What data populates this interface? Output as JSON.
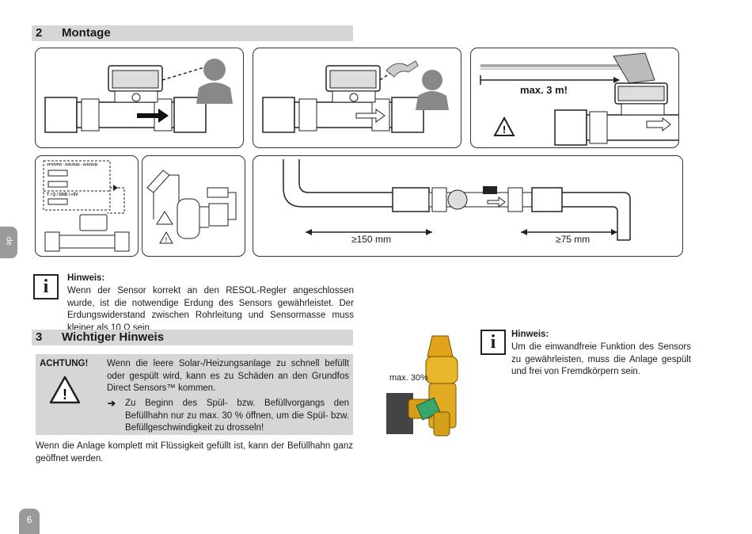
{
  "section2": {
    "number": "2",
    "title": "Montage"
  },
  "figures": {
    "max_cable": "max. 3 m!",
    "dist_before": "≥150 mm",
    "dist_after": "≥75 mm",
    "terminal_header": "VFS/VFD - Gd1/Gd2 - Gd1/Gd2",
    "terminal_pins": "T / Q / GND / +5V",
    "valve_label": "max. 30%"
  },
  "note1": {
    "title": "Hinweis:",
    "text": "Wenn der Sensor korrekt an den RESOL-Regler angeschlossen wurde, ist die notwendige Erdung des Sensors gewährleistet. Der Erdungswiderstand zwischen Rohrleitung und Sensormasse muss kleiner als 10 Ω sein."
  },
  "section3": {
    "number": "3",
    "title": "Wichtiger Hinweis"
  },
  "warning": {
    "label": "ACHTUNG!",
    "text": "Wenn die leere Solar-/Heizungsanlage zu schnell befüllt oder gespült wird, kann es zu Schäden an den Grundfos Direct Sensors™ kommen.",
    "bullet": "Zu Beginn des Spül- bzw. Befüllvorgangs den Befüllhahn nur zu max. 30 % öffnen, um die Spül- bzw. Befüllgeschwindigkeit zu drosseln!"
  },
  "paragraph": "Wenn die Anlage komplett mit Flüssigkeit gefüllt ist, kann der Befüllhahn ganz geöffnet werden.",
  "note2": {
    "title": "Hinweis:",
    "text": "Um die einwandfreie Funktion des Sensors zu gewährleisten, muss die Anlage gespült und frei von Fremdkörpern sein."
  },
  "side_tab": "de",
  "page_number": "6"
}
